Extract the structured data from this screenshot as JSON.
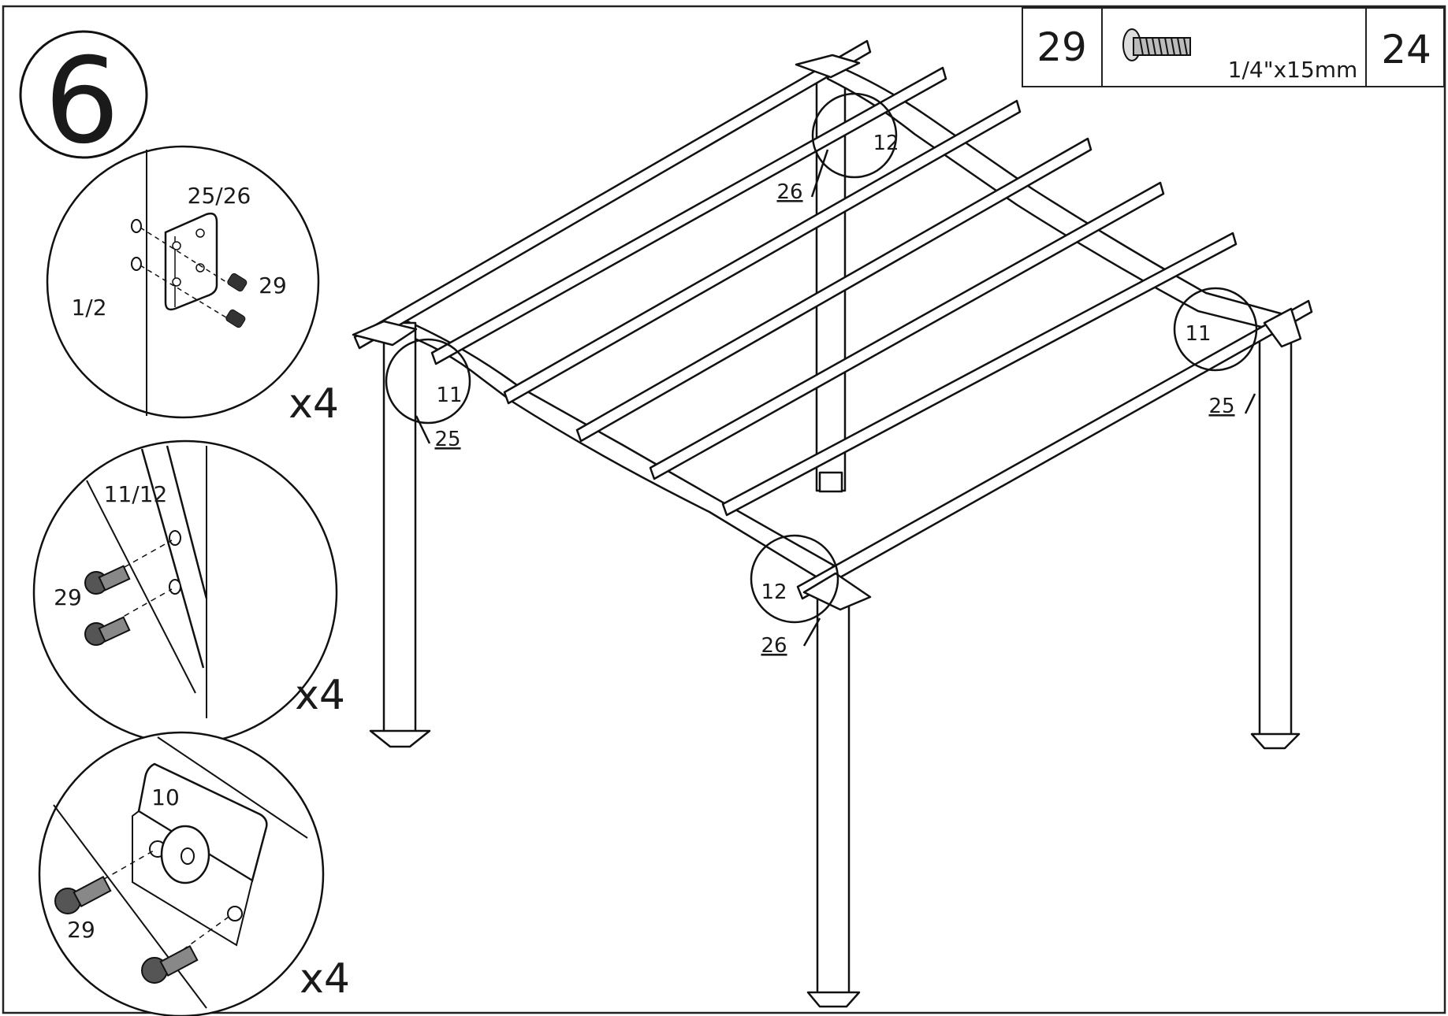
{
  "step": {
    "number": "6"
  },
  "parts_table": {
    "part_id": "29",
    "part_size": "1/4\"x15mm",
    "quantity": "24",
    "part_icon": "screw-icon"
  },
  "detail_1": {
    "bracket_label": "25/26",
    "screw_label": "29",
    "post_label": "1/2",
    "multiplier": "x4"
  },
  "detail_2": {
    "beam_label": "11/12",
    "screw_label": "29",
    "multiplier": "x4"
  },
  "detail_3": {
    "plate_label": "10",
    "screw_label": "29",
    "multiplier": "x4"
  },
  "callouts": {
    "left_corner": {
      "beam": "11",
      "bracket": "25"
    },
    "rear_corner": {
      "beam": "12",
      "bracket": "26"
    },
    "right_corner": {
      "beam": "11",
      "bracket": "25"
    },
    "front_corner": {
      "beam": "12",
      "bracket": "26"
    }
  }
}
